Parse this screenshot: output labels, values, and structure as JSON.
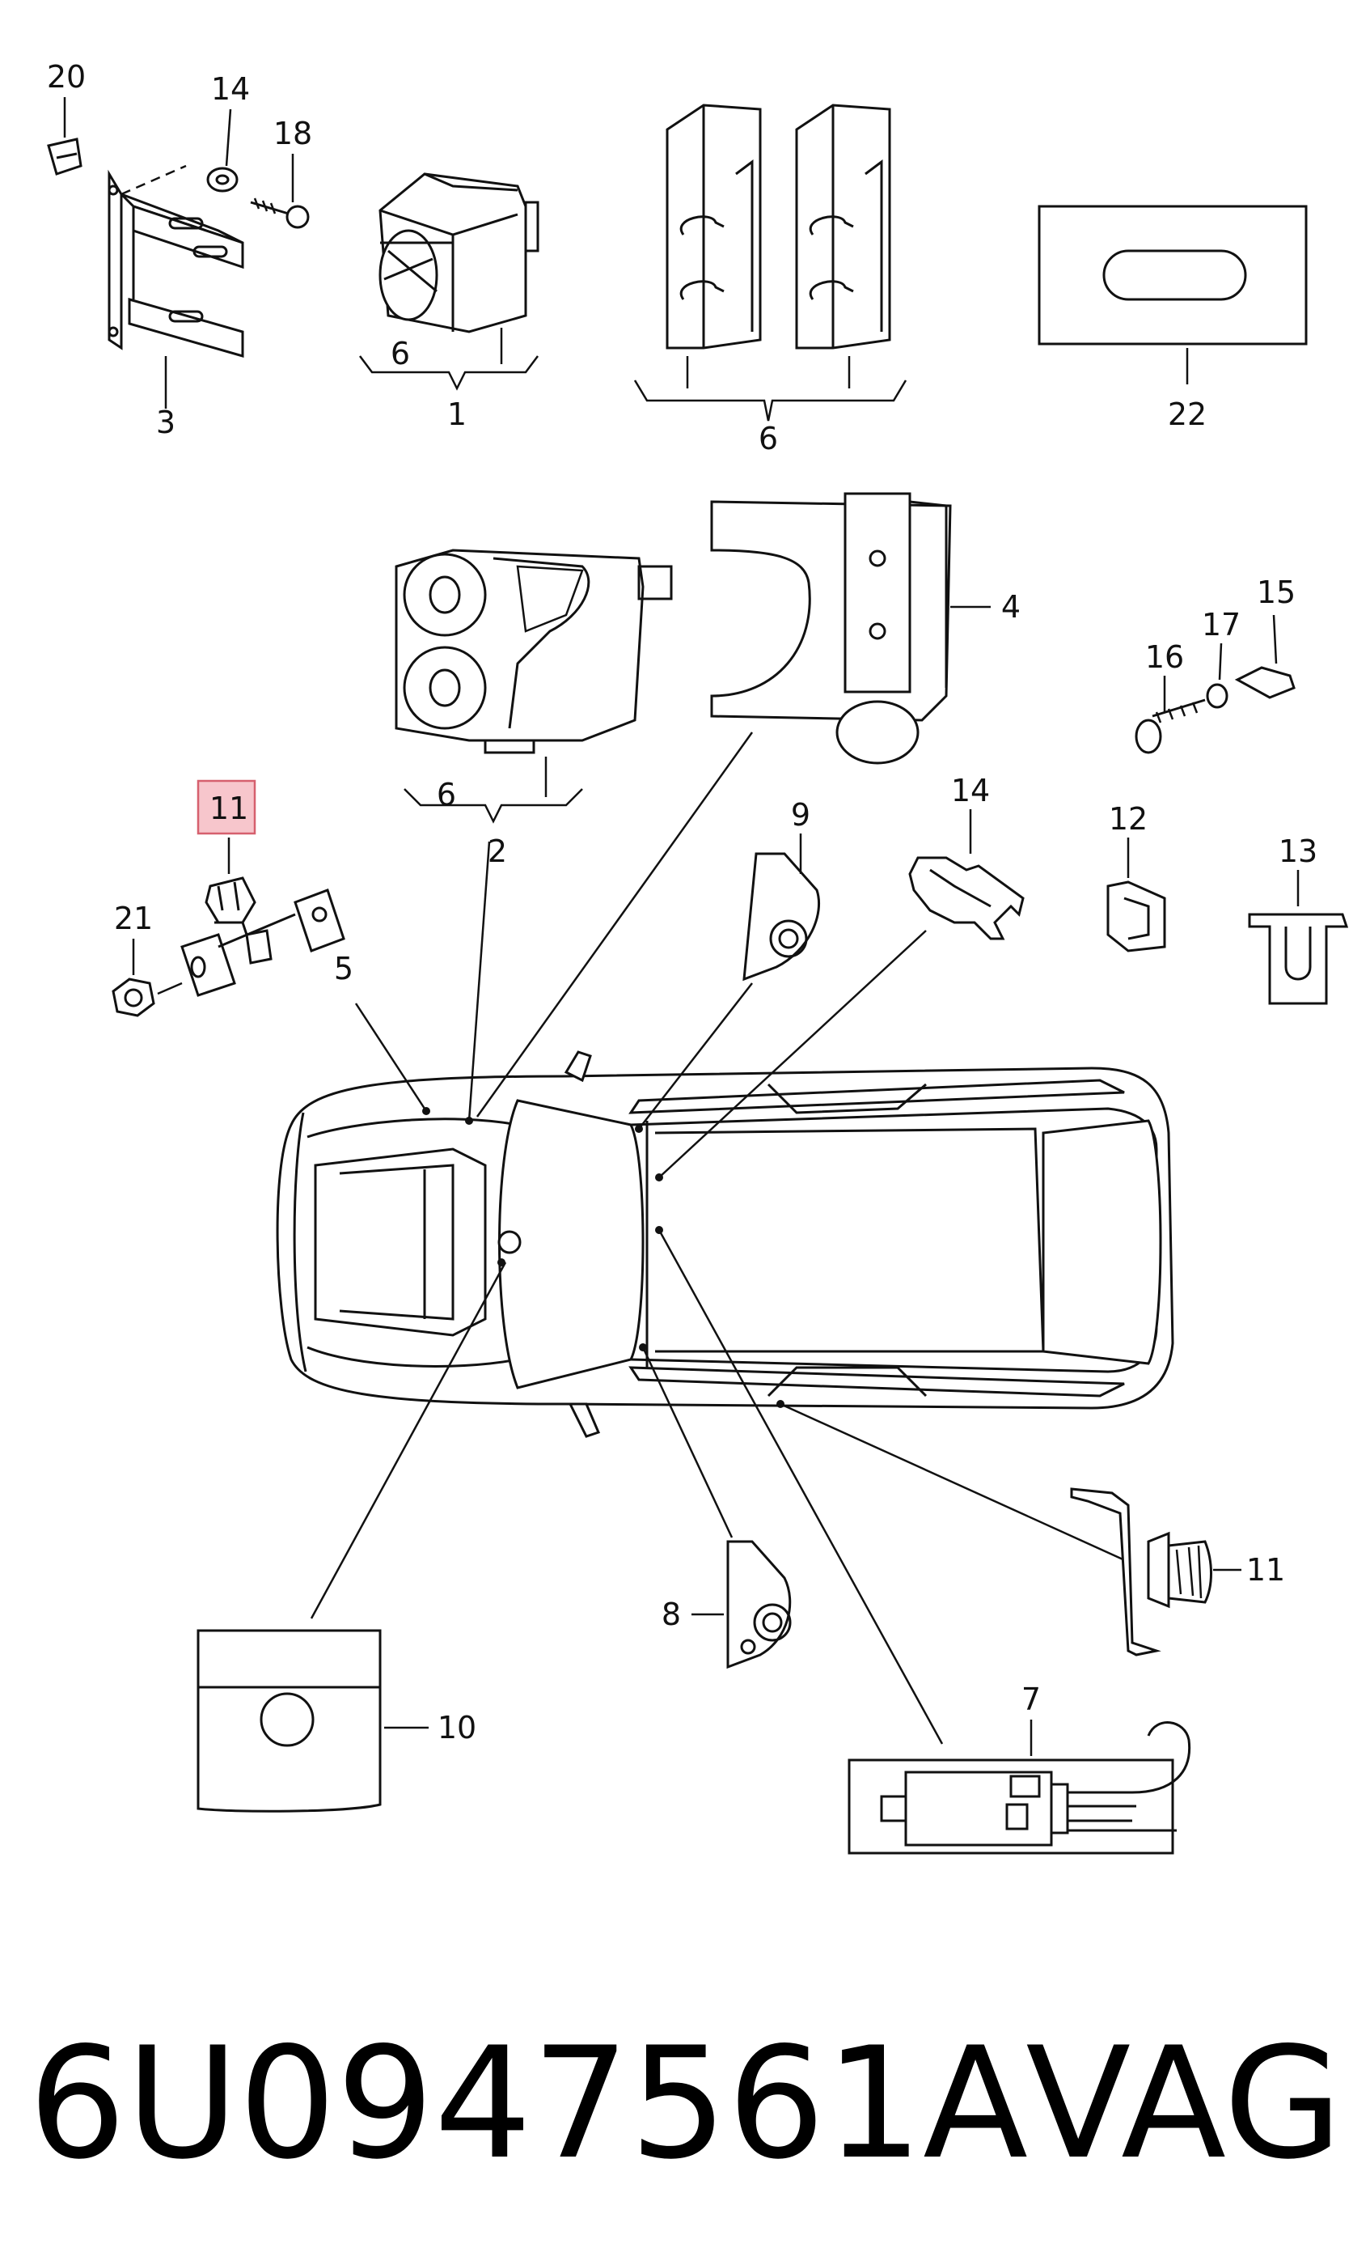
{
  "callouts": {
    "c20": "20",
    "c14a": "14",
    "c18": "18",
    "c3": "3",
    "c6a": "6",
    "c1": "1",
    "c6b": "6",
    "c22": "22",
    "c4": "4",
    "c6c": "6",
    "c2": "2",
    "c15": "15",
    "c17": "17",
    "c16": "16",
    "c11a": "11",
    "c21": "21",
    "c5": "5",
    "c9": "9",
    "c14b": "14",
    "c12": "12",
    "c13": "13",
    "c11b": "11",
    "c8": "8",
    "c10": "10",
    "c7": "7"
  },
  "highlight": {
    "color": "#f7c6cc",
    "border": "#d6606e"
  },
  "footer": {
    "part_number": "6U0947561A",
    "brand": "VAG"
  }
}
